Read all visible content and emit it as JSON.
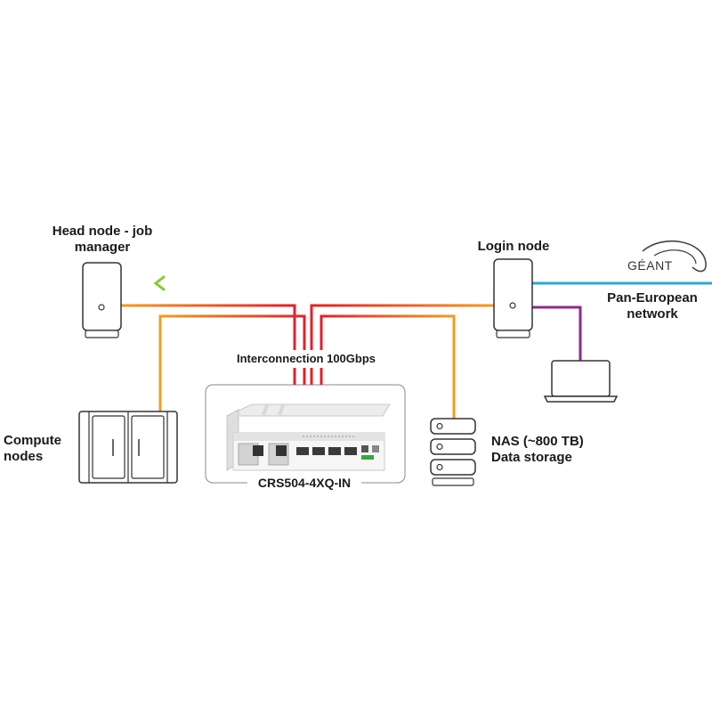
{
  "nodes": {
    "head_node": {
      "label_line1": "Head node - job",
      "label_line2": "manager"
    },
    "login_node": {
      "label": "Login node"
    },
    "geant": {
      "logo_text": "GÉANT",
      "label_line1": "Pan-European",
      "label_line2": "network"
    },
    "compute": {
      "label_line1": "Compute",
      "label_line2": "nodes"
    },
    "switch": {
      "model": "CRS504-4XQ-IN",
      "interconnect": "Interconnection 100Gbps"
    },
    "nas": {
      "label_line1": "NAS (~800 TB)",
      "label_line2": "Data storage"
    }
  },
  "colors": {
    "orange": "#f39c1f",
    "red": "#e4202a",
    "green": "#5cb82e",
    "blue": "#2ba6de",
    "purple": "#8e2a8e",
    "outline": "#333333",
    "device": "#f2f2f2"
  }
}
